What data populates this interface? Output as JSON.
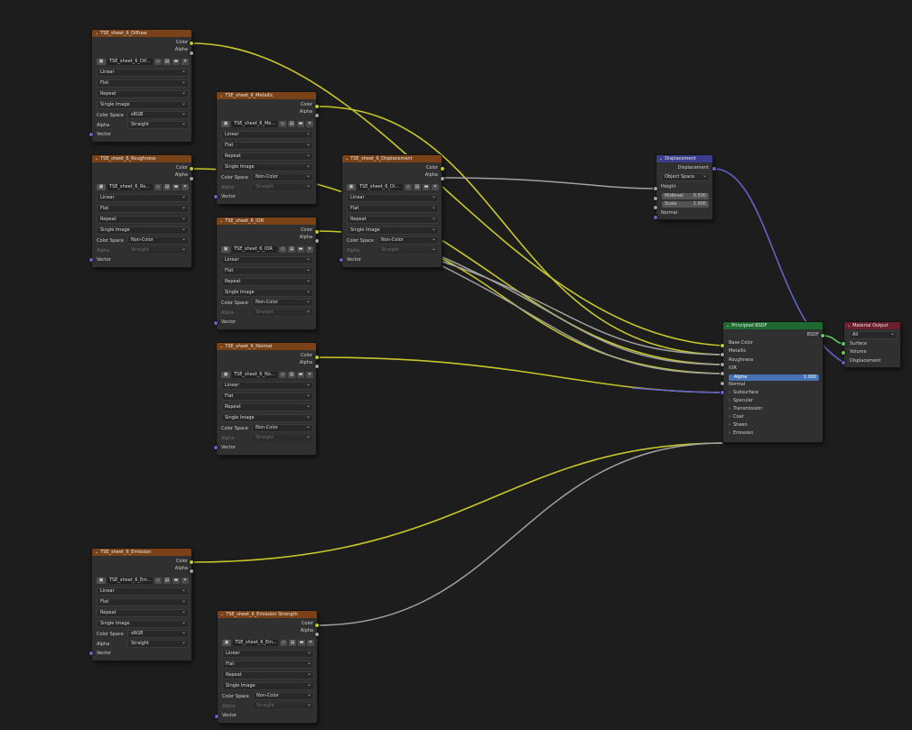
{
  "colors": {
    "background": "#1d1d1d",
    "node_body": "#303030",
    "texture_header": "#7b4218",
    "vector_header": "#3b3d8c",
    "shader_header": "#1f6a31",
    "output_header": "#6b1f2e",
    "color_wire": "#c7c729",
    "float_wire": "#a1a1a1",
    "vector_wire": "#6363c7",
    "shader_wire": "#63c763"
  },
  "labels": {
    "color": "Color",
    "alpha": "Alpha",
    "vector": "Vector",
    "color_space": "Color Space",
    "linear": "Linear",
    "flat": "Flat",
    "repeat": "Repeat",
    "single_image": "Single Image",
    "srgb": "sRGB",
    "non_color": "Non-Color",
    "straight": "Straight",
    "image_type_icon": "image-icon"
  },
  "nodes": {
    "diffuse": {
      "title": "TSE_sheet_6_Diffuse",
      "image": "TSE_sheet_6_Dif..."
    },
    "metallic": {
      "title": "TSE_sheet_6_Metallic",
      "image": "TSE_sheet_6_Me..."
    },
    "roughness": {
      "title": "TSE_sheet_6_Roughness",
      "image": "TSE_sheet_6_Ro..."
    },
    "ior": {
      "title": "TSE_sheet_6_IOR",
      "image": "TSE_sheet_6_IOR"
    },
    "displacement_tex": {
      "title": "TSE_sheet_6_Displacement",
      "image": "TSE_sheet_6_Di..."
    },
    "normal": {
      "title": "TSE_sheet_6_Normal",
      "image": "TSE_sheet_6_No..."
    },
    "emission": {
      "title": "TSE_sheet_6_Emission",
      "image": "TSE_sheet_6_Em..."
    },
    "emission_strength": {
      "title": "TSE_sheet_6_Emission Strength",
      "image": "TSE_sheet_6_Em..."
    },
    "displacement": {
      "title": "Displacement",
      "output": "Displacement",
      "space": "Object Space",
      "height": "Height",
      "midlevel_label": "Midlevel",
      "midlevel_value": "0.500",
      "scale_label": "Scale",
      "scale_value": "1.000",
      "normal": "Normal"
    },
    "principled": {
      "title": "Principled BSDF",
      "output": "BSDF",
      "base_color": "Base Color",
      "metallic": "Metallic",
      "roughness": "Roughness",
      "ior": "IOR",
      "alpha_label": "Alpha",
      "alpha_value": "1.000",
      "normal": "Normal",
      "subsurface": "Subsurface",
      "specular": "Specular",
      "transmission": "Transmission",
      "coat": "Coat",
      "sheen": "Sheen",
      "emission": "Emission"
    },
    "output": {
      "title": "Material Output",
      "target": "All",
      "surface": "Surface",
      "volume": "Volume",
      "displacement": "Displacement"
    }
  }
}
